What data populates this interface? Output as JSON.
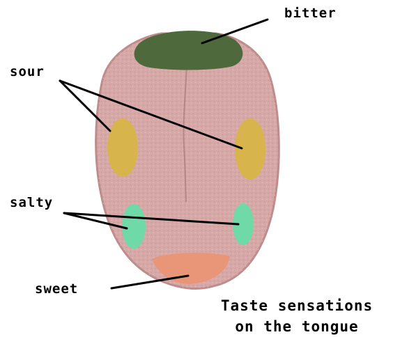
{
  "labels": {
    "bitter": "bitter",
    "sour": "sour",
    "salty": "salty",
    "sweet": "sweet"
  },
  "caption": {
    "line1": "Taste sensations",
    "line2": "on the tongue"
  },
  "colors": {
    "tongue": "#d7a8a7",
    "tongue_edge": "#bf8c8c",
    "bitter": "#4e6a3c",
    "sour": "#d7b54c",
    "salty": "#6fd9a8",
    "sweet": "#e99578",
    "line": "#000000"
  }
}
